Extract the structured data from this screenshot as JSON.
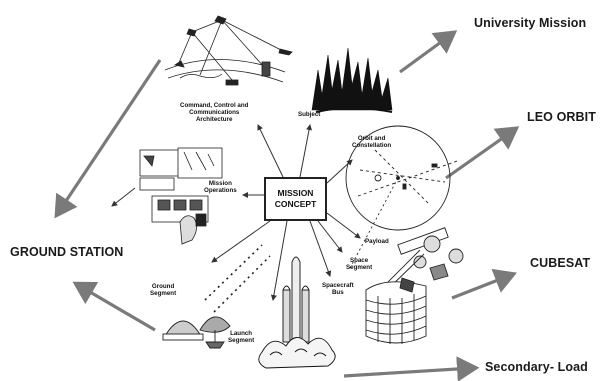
{
  "title": "",
  "outer_labels": {
    "university": "University Mission",
    "leo": "LEO ORBIT",
    "ground": "GROUND STATION",
    "cubesat": "CUBESAT",
    "secondary": "Secondary- Load"
  },
  "center": {
    "line1": "MISSION",
    "line2": "CONCEPT"
  },
  "inner_labels": {
    "command_1": "Command, Control and",
    "command_2": "Communications",
    "command_3": "Architecture",
    "subject": "Subject",
    "orbit_1": "Orbit and",
    "orbit_2": "Constellation",
    "mission_ops_1": "Mission",
    "mission_ops_2": "Operations",
    "payload": "Payload",
    "space_seg_1": "Space",
    "space_seg_2": "Segment",
    "bus_1": "Spacecraft",
    "bus_2": "Bus",
    "ground_seg_1": "Ground",
    "ground_seg_2": "Segment",
    "launch_1": "Launch",
    "launch_2": "Segment"
  }
}
